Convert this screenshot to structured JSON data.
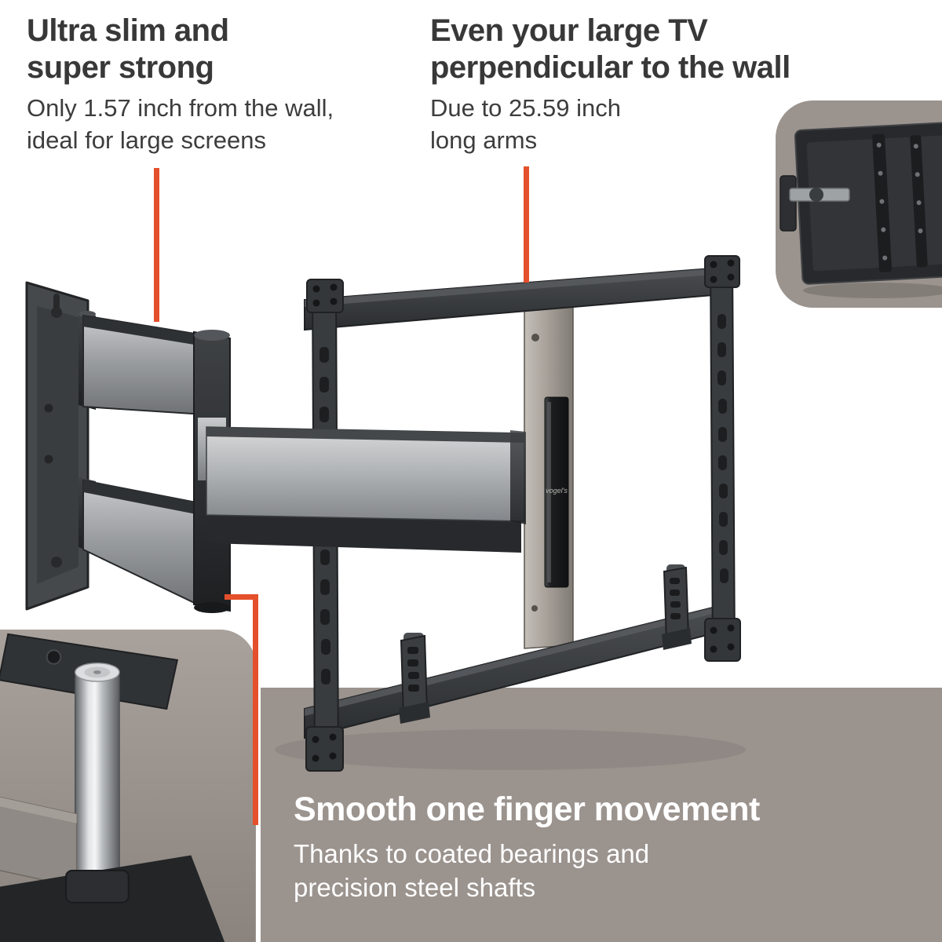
{
  "colors": {
    "accent": "#e4502b",
    "background_top": "#ffffff",
    "background_bottom": "#9b938e",
    "heading_text": "#383838",
    "body_text": "#3d3d3d",
    "footer_text": "#ffffff"
  },
  "callouts": {
    "slim": {
      "title": "Ultra slim and\nsuper strong",
      "body": "Only 1.57 inch from the wall,\nideal for large screens"
    },
    "arms": {
      "title": "Even your large TV\nperpendicular to the wall",
      "body": "Due to 25.59 inch\nlong arms"
    },
    "smooth": {
      "title": "Smooth one finger movement",
      "body": "Thanks to coated bearings and\nprecision steel shafts"
    }
  },
  "product": {
    "brand_logo": "vogel's"
  }
}
